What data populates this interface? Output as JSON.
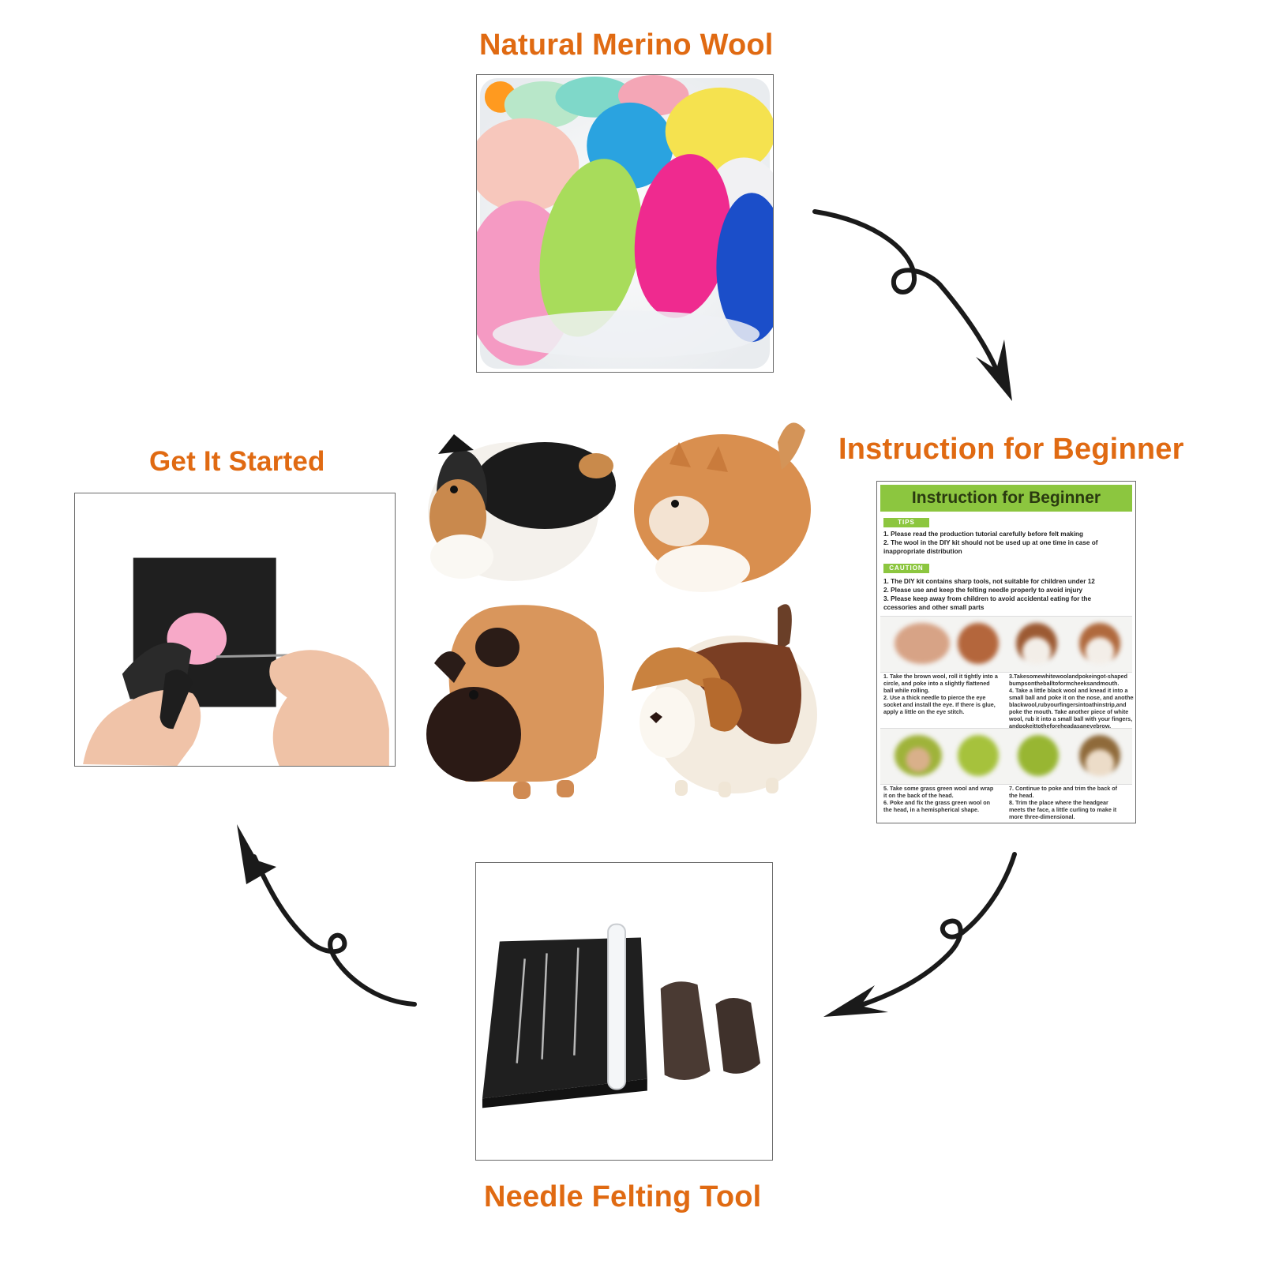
{
  "headings": {
    "wool": "Natural Merino Wool",
    "instruction": "Instruction for Beginner",
    "tool": "Needle Felting Tool",
    "started": "Get It Started"
  },
  "instruction_sheet": {
    "title": "Instruction for Beginner",
    "tips_label": "TIPS",
    "tips": [
      "1. Please read the production tutorial carefully before felt making",
      "2. The wool in the DIY kit should not be used up at one time in case of",
      "inappropriate distribution"
    ],
    "caution_label": "CAUTION",
    "caution": [
      "1. The DIY kit contains sharp tools, not suitable for children under 12",
      "2. Please use and keep the felting needle properly to avoid injury",
      "3. Please keep away from children to avoid accidental eating for the",
      "ccessories and other small parts"
    ],
    "steps_left_1": [
      "1. Take the brown wool, roll it tightly into a",
      "circle, and poke into a slightly flattened",
      "ball while rolling.",
      "2. Use a thick needle to pierce the eye",
      "socket and install the eye. If there is glue,",
      "apply a little on the eye stitch."
    ],
    "steps_right_1": [
      "3.Takesomewhitewoolandpokeingot-shaped",
      "bumpsontheballtoformcheeksandmouth.",
      "4. Take a little black wool and knead it into a",
      "small ball and poke it on the nose, and another",
      "blackwool,rubyourfingersintoathinstrip,and",
      "poke the mouth. Take another piece of white",
      "wool, rub it into a small ball with your fingers,",
      "andpokeittotheforeheadasaneyebrow."
    ],
    "steps_left_2": [
      "5. Take some grass green wool and wrap",
      "it on the back of the head.",
      "6. Poke and fix the grass green wool on",
      "the head, in a hemispherical shape."
    ],
    "steps_right_2": [
      "7. Continue to poke and trim the back of",
      "the head.",
      "8. Trim the place where the headgear",
      "meets the face, a little curling to make it",
      "more three-dimensional."
    ]
  }
}
